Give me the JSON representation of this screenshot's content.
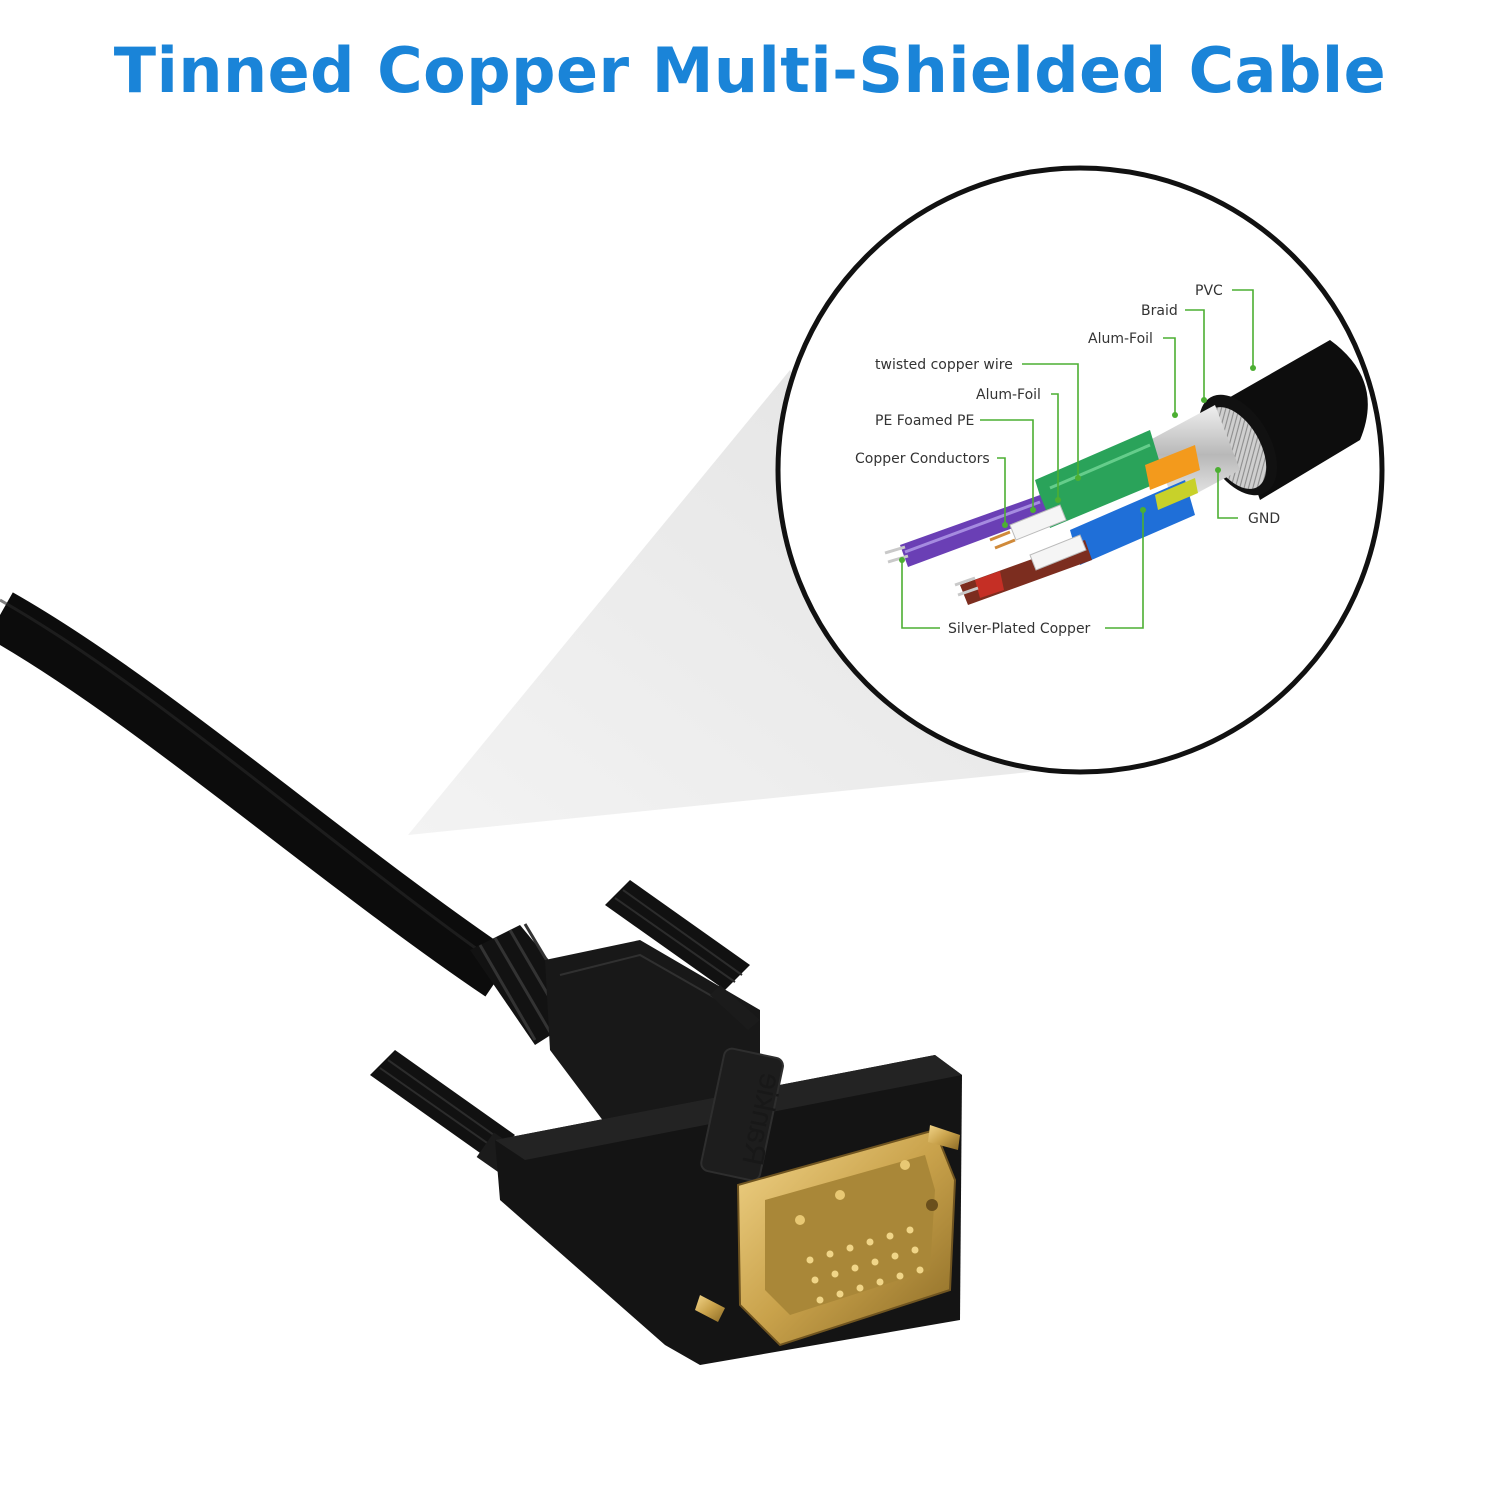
{
  "title": "Tinned Copper Multi-Shielded Cable",
  "brand": "Rankie",
  "labels": {
    "pvc": "PVC",
    "braid": "Braid",
    "alum_foil_outer": "Alum-Foil",
    "twisted_copper_wire": "twisted copper wire",
    "alum_foil_inner": "Alum-Foil",
    "pe_foamed_pe": "PE Foamed PE",
    "copper_conductors": "Copper Conductors",
    "gnd": "GND",
    "silver_plated_copper": "Silver-Plated Copper"
  },
  "colors": {
    "title": "#1a84d8",
    "leader_lines": "#4caf32",
    "connector_body": "#151515",
    "gold_contacts": "#c9a24b"
  }
}
